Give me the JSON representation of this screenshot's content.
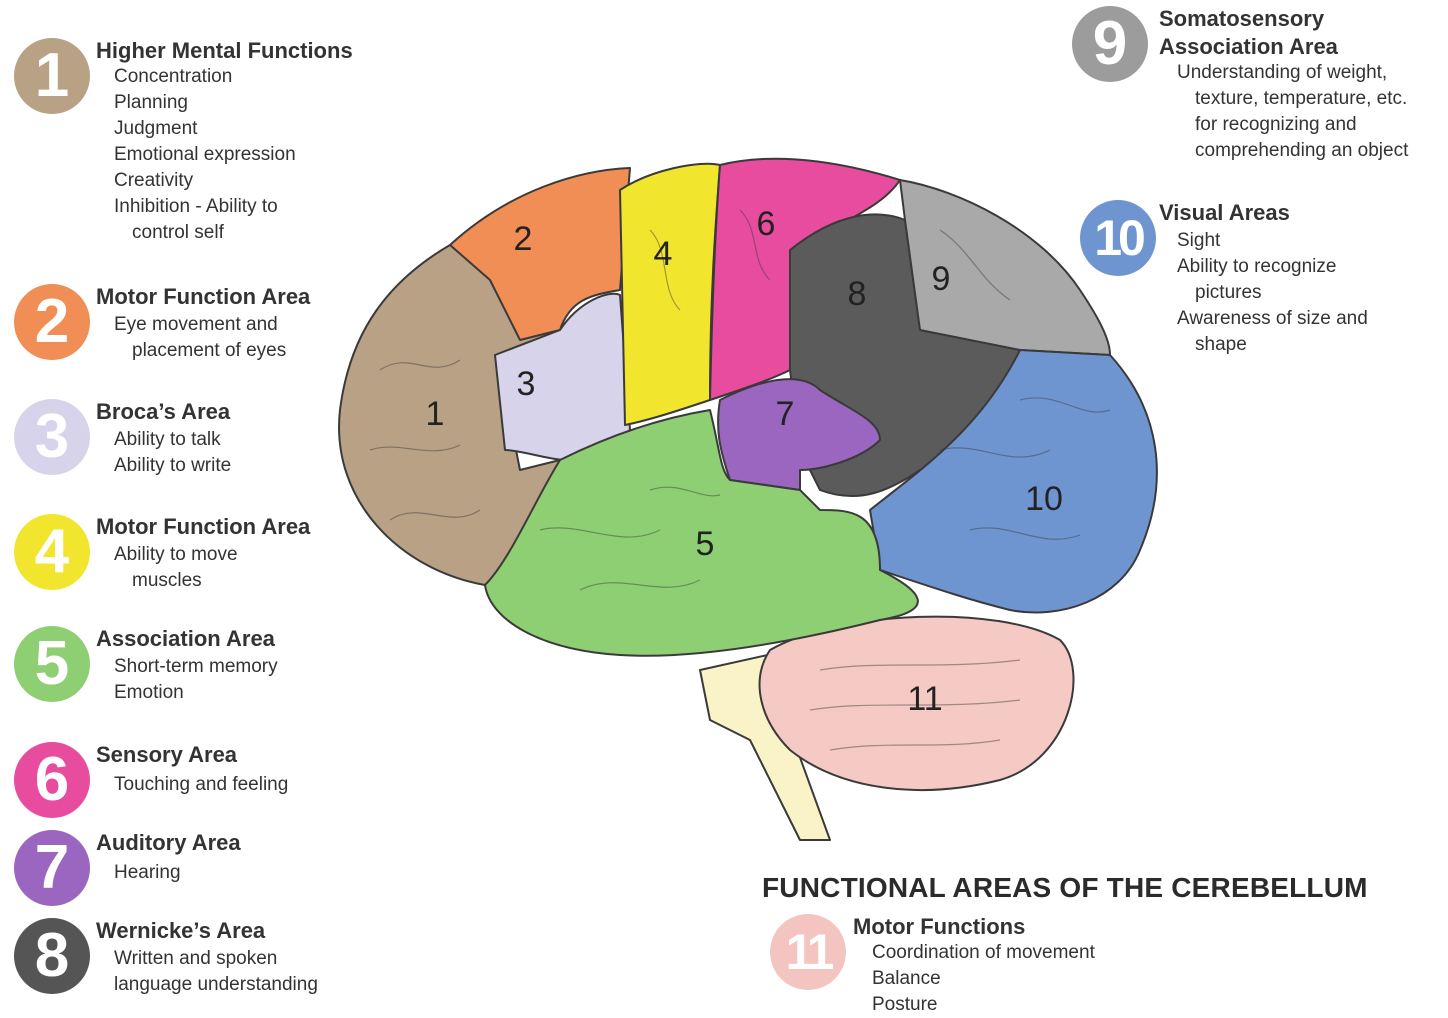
{
  "areas": [
    {
      "number": "1",
      "title": "Higher Mental Functions",
      "color": "#b8a184",
      "items": [
        "Concentration",
        "Planning",
        "Judgment",
        "Emotional expression",
        "Creativity",
        "Inhibition - Ability to",
        "control self"
      ]
    },
    {
      "number": "2",
      "title": "Motor Function Area",
      "color": "#f08e55",
      "items": [
        "Eye movement and",
        "placement of eyes"
      ]
    },
    {
      "number": "3",
      "title": "Broca’s Area",
      "color": "#d7d3ea",
      "items": [
        "Ability to talk",
        "Ability to write"
      ]
    },
    {
      "number": "4",
      "title": "Motor Function Area",
      "color": "#f1e52e",
      "items": [
        "Ability to move",
        "muscles"
      ]
    },
    {
      "number": "5",
      "title": "Association Area",
      "color": "#8fcf73",
      "items": [
        "Short-term memory",
        "Emotion"
      ]
    },
    {
      "number": "6",
      "title": "Sensory Area",
      "color": "#e84c9e",
      "items": [
        "Touching and feeling"
      ]
    },
    {
      "number": "7",
      "title": "Auditory Area",
      "color": "#9b66bf",
      "items": [
        "Hearing"
      ]
    },
    {
      "number": "8",
      "title": "Wernicke’s Area",
      "color": "#555555",
      "items": [
        "Written and spoken",
        "language understanding"
      ]
    },
    {
      "number": "9",
      "title_lines": [
        "Somatosensory",
        "Association Area"
      ],
      "color": "#9c9c9c",
      "items": [
        "Understanding of weight,",
        "texture, temperature, etc.",
        "for recognizing and",
        "comprehending an object"
      ]
    },
    {
      "number": "10",
      "title": "Visual Areas",
      "color": "#6f95d1",
      "items": [
        "Sight",
        "Ability to recognize",
        "pictures",
        "Awareness of size and",
        "shape"
      ]
    },
    {
      "number": "11",
      "title": "Motor Functions",
      "color": "#f3c4c0",
      "items": [
        "Coordination of movement",
        "Balance",
        "Posture"
      ]
    }
  ],
  "cerebellum_heading": "FUNCTIONAL AREAS OF THE CEREBELLUM",
  "brain_labels": [
    "1",
    "2",
    "3",
    "4",
    "5",
    "6",
    "7",
    "8",
    "9",
    "10",
    "11"
  ],
  "region_colors": {
    "frontal": "#b8a184",
    "motor_eye": "#f08e55",
    "broca": "#d7d3ea",
    "motor": "#f1e52e",
    "temporal": "#8fcf73",
    "sensory": "#e84c9e",
    "auditory": "#9b66bf",
    "wernicke": "#5b5b5b",
    "somato": "#a9a9a9",
    "visual": "#6f95d1",
    "cerebellum": "#f5c9c4",
    "brainstem": "#fbf3c8",
    "outline": "#3a3a3a"
  }
}
